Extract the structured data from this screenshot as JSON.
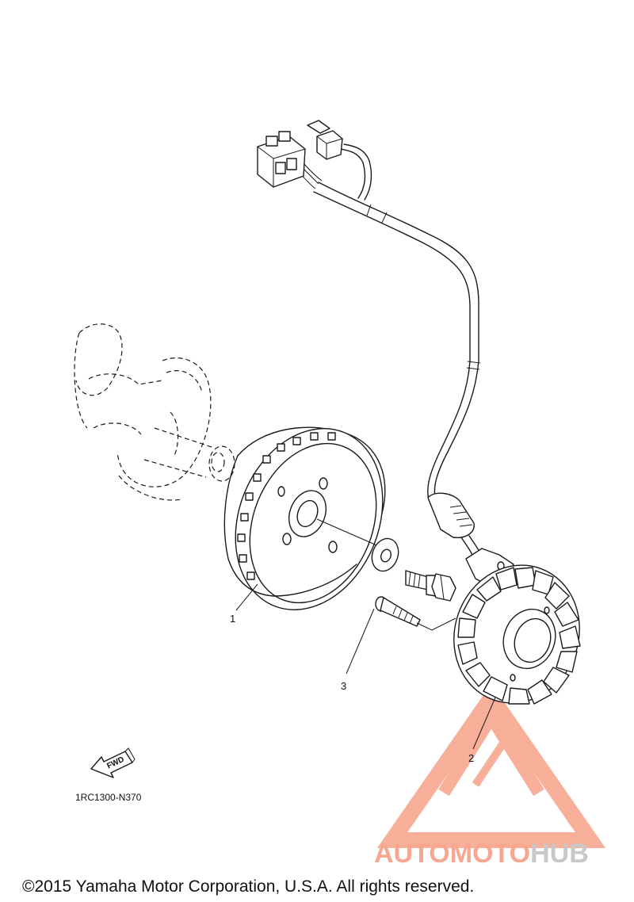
{
  "diagram": {
    "part_code": "1RC1300-N370",
    "fwd_label": "FWD",
    "callouts": [
      {
        "id": "rotor",
        "number": "1"
      },
      {
        "id": "stator",
        "number": "2"
      },
      {
        "id": "bolt",
        "number": "3"
      }
    ]
  },
  "watermark": {
    "part1": "AUTO",
    "part2": "MOTO",
    "part3": "HUB",
    "color_primary": "#f7a78f",
    "color_secondary": "#c8c8c8"
  },
  "footer": {
    "copyright": "©2015 Yamaha Motor Corporation, U.S.A. All rights reserved."
  }
}
